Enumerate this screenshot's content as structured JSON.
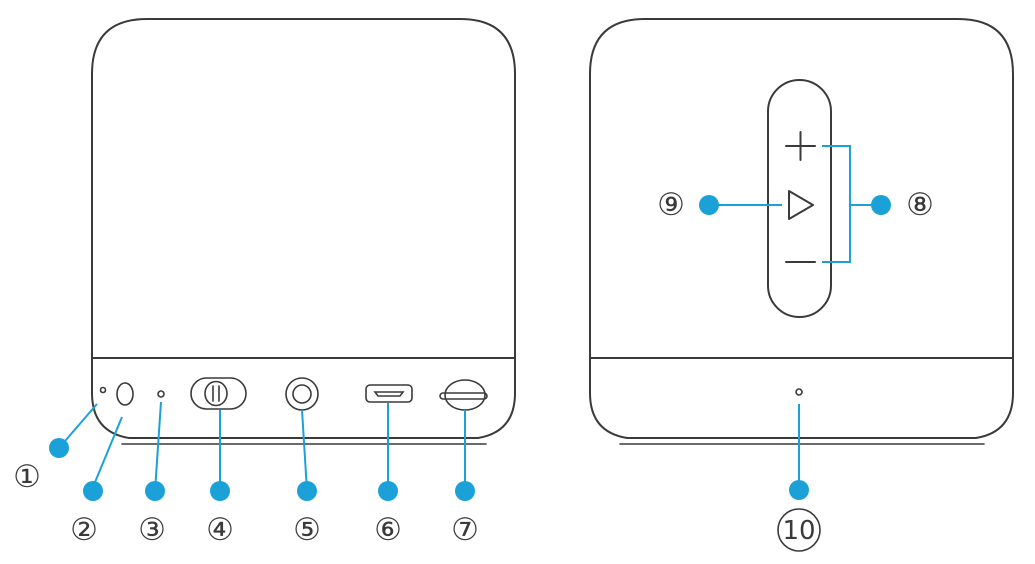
{
  "diagram": {
    "accent_color": "#1ba1d8",
    "line_color": "#3a3a3a",
    "views": [
      {
        "name": "speaker-bottom-view"
      },
      {
        "name": "speaker-top-view"
      }
    ],
    "callouts": [
      {
        "id": "1",
        "label": "①"
      },
      {
        "id": "2",
        "label": "②"
      },
      {
        "id": "3",
        "label": "③"
      },
      {
        "id": "4",
        "label": "④"
      },
      {
        "id": "5",
        "label": "⑤"
      },
      {
        "id": "6",
        "label": "⑥"
      },
      {
        "id": "7",
        "label": "⑦"
      },
      {
        "id": "8",
        "label": "⑧"
      },
      {
        "id": "9",
        "label": "⑨"
      },
      {
        "id": "10",
        "label": "⑩"
      }
    ],
    "buttons": [
      {
        "icon": "plus-icon"
      },
      {
        "icon": "play-icon"
      },
      {
        "icon": "minus-icon"
      }
    ]
  }
}
